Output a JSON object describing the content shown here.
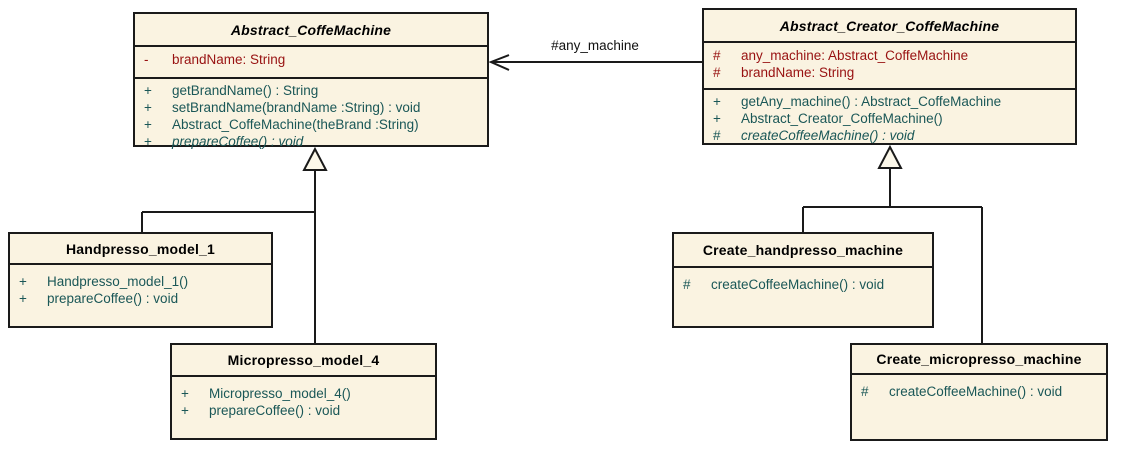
{
  "diagram": {
    "type": "uml-class-diagram",
    "colors": {
      "class_fill": "#faf3e1",
      "border": "#1a1a1a",
      "attribute_text": "#981111",
      "method_text": "#1a5757",
      "title_text": "#000000",
      "background": "#ffffff"
    },
    "classes": [
      {
        "name": "Abstract_CoffeMachine",
        "abstract": true,
        "attributes": [
          {
            "visibility": "-",
            "text": "brandName: String",
            "italic": false
          }
        ],
        "methods": [
          {
            "visibility": "+",
            "text": "getBrandName() : String",
            "italic": false
          },
          {
            "visibility": "+",
            "text": "setBrandName(brandName :String) : void",
            "italic": false
          },
          {
            "visibility": "+",
            "text": "Abstract_CoffeMachine(theBrand :String)",
            "italic": false
          },
          {
            "visibility": "+",
            "text": "prepareCoffee() : void",
            "italic": true
          }
        ]
      },
      {
        "name": "Abstract_Creator_CoffeMachine",
        "abstract": true,
        "attributes": [
          {
            "visibility": "#",
            "text": "any_machine: Abstract_CoffeMachine",
            "italic": false
          },
          {
            "visibility": "#",
            "text": "brandName: String",
            "italic": false
          }
        ],
        "methods": [
          {
            "visibility": "+",
            "text": "getAny_machine() : Abstract_CoffeMachine",
            "italic": false
          },
          {
            "visibility": "+",
            "text": "Abstract_Creator_CoffeMachine()",
            "italic": false
          },
          {
            "visibility": "#",
            "text": "createCoffeeMachine() : void",
            "italic": true
          }
        ]
      },
      {
        "name": "Handpresso_model_1",
        "abstract": false,
        "attributes": [],
        "methods": [
          {
            "visibility": "+",
            "text": "Handpresso_model_1()",
            "italic": false
          },
          {
            "visibility": "+",
            "text": "prepareCoffee() : void",
            "italic": false
          }
        ]
      },
      {
        "name": "Micropresso_model_4",
        "abstract": false,
        "attributes": [],
        "methods": [
          {
            "visibility": "+",
            "text": "Micropresso_model_4()",
            "italic": false
          },
          {
            "visibility": "+",
            "text": "prepareCoffee() : void",
            "italic": false
          }
        ]
      },
      {
        "name": "Create_handpresso_machine",
        "abstract": false,
        "attributes": [],
        "methods": [
          {
            "visibility": "#",
            "text": "createCoffeeMachine() : void",
            "italic": false
          }
        ]
      },
      {
        "name": "Create_micropresso_machine",
        "abstract": false,
        "attributes": [],
        "methods": [
          {
            "visibility": "#",
            "text": "createCoffeeMachine() : void",
            "italic": false
          }
        ]
      }
    ],
    "relationships": [
      {
        "type": "association",
        "label": "#any_machine",
        "from": "Abstract_Creator_CoffeMachine",
        "to": "Abstract_CoffeMachine"
      },
      {
        "type": "generalization",
        "from": "Handpresso_model_1",
        "to": "Abstract_CoffeMachine"
      },
      {
        "type": "generalization",
        "from": "Micropresso_model_4",
        "to": "Abstract_CoffeMachine"
      },
      {
        "type": "generalization",
        "from": "Create_handpresso_machine",
        "to": "Abstract_Creator_CoffeMachine"
      },
      {
        "type": "generalization",
        "from": "Create_micropresso_machine",
        "to": "Abstract_Creator_CoffeMachine"
      }
    ]
  }
}
